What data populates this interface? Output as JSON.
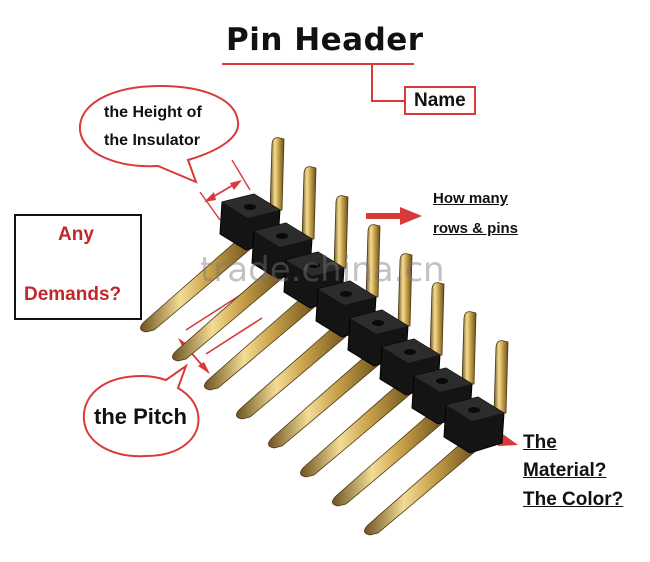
{
  "title": "Pin Header",
  "name_label": "Name",
  "height_label": [
    "the Height of",
    "the Insulator"
  ],
  "rows_label": [
    "How many",
    "rows & pins"
  ],
  "demands_label": [
    "Any",
    "Demands?"
  ],
  "pitch_label": "the Pitch",
  "material_label": [
    "The",
    "Material?",
    "The Color?"
  ],
  "watermark": "trade.china.cn",
  "colors": {
    "annotation_red": "#d83a3a",
    "text": "#111111",
    "insulator_black": "#141414",
    "pin_gold": "#c9a24a"
  },
  "pin_count": 8
}
